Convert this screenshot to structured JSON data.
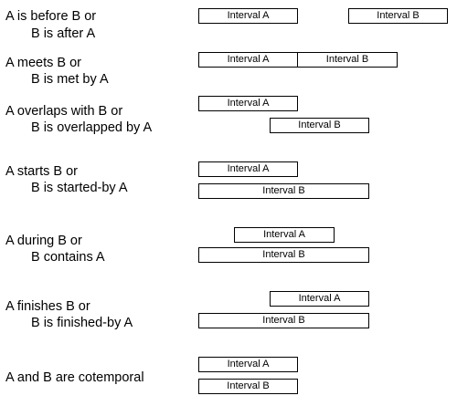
{
  "relations": [
    {
      "line1": "A is before B or",
      "line2": "B is after A",
      "box_a": "Interval A",
      "box_b": "Interval B"
    },
    {
      "line1": "A meets B or",
      "line2": "B is met by A",
      "box_a": "Interval A",
      "box_b": "Interval B"
    },
    {
      "line1": "A overlaps with B or",
      "line2": "B is overlapped by A",
      "box_a": "Interval A",
      "box_b": "Interval B"
    },
    {
      "line1": "A starts B or",
      "line2": "B is started-by A",
      "box_a": "Interval A",
      "box_b": "Interval B"
    },
    {
      "line1": "A during B or",
      "line2": "B contains A",
      "box_a": "Interval A",
      "box_b": "Interval B"
    },
    {
      "line1": "A finishes B or",
      "line2": "B is finished-by A",
      "box_a": "Interval A",
      "box_b": "Interval B"
    },
    {
      "line1": "A and B are cotemporal",
      "box_a": "Interval A",
      "box_b": "Interval B"
    }
  ]
}
